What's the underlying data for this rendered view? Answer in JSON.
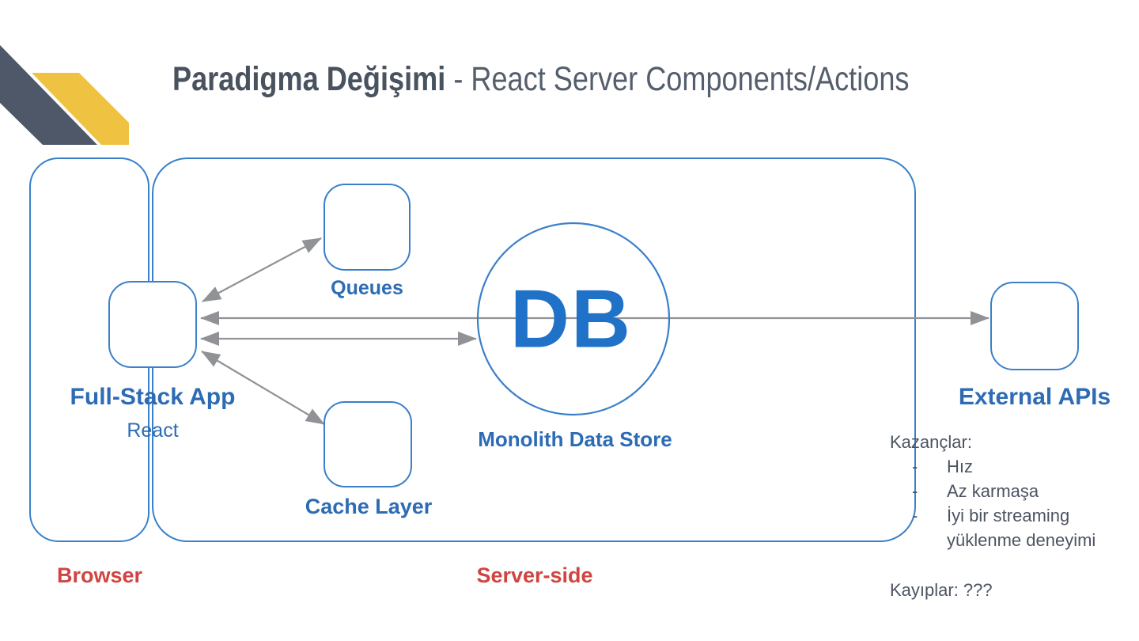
{
  "slide": {
    "title_bold": "Paradigma Değişimi",
    "title_rest": " - React Server Components/Actions"
  },
  "diagram": {
    "nodes": {
      "full_stack_app": {
        "label": "Full-Stack App",
        "sublabel": "React"
      },
      "queues": {
        "label": "Queues"
      },
      "cache": {
        "label": "Cache Layer"
      },
      "db": {
        "label": "DB",
        "sublabel": "Monolith Data Store"
      },
      "external_apis": {
        "label": "External APIs"
      }
    },
    "zones": {
      "browser": "Browser",
      "server": "Server-side"
    }
  },
  "notes": {
    "bullet": "-",
    "gains_title": "Kazançlar:",
    "gains": [
      "Hız",
      "Az karmaşa",
      "İyi bir streaming yüklenme deneyimi"
    ],
    "losses": "Kayıplar: ???"
  },
  "colors": {
    "stripe_dark": "#4e5869",
    "stripe_yellow": "#efc341",
    "box_stroke": "#3a80c8",
    "label_blue": "#2d6cb4",
    "db_blue": "#1f72c7",
    "arrow_gray": "#909295",
    "zone_red": "#d04441",
    "text_slate": "#4c5463"
  }
}
